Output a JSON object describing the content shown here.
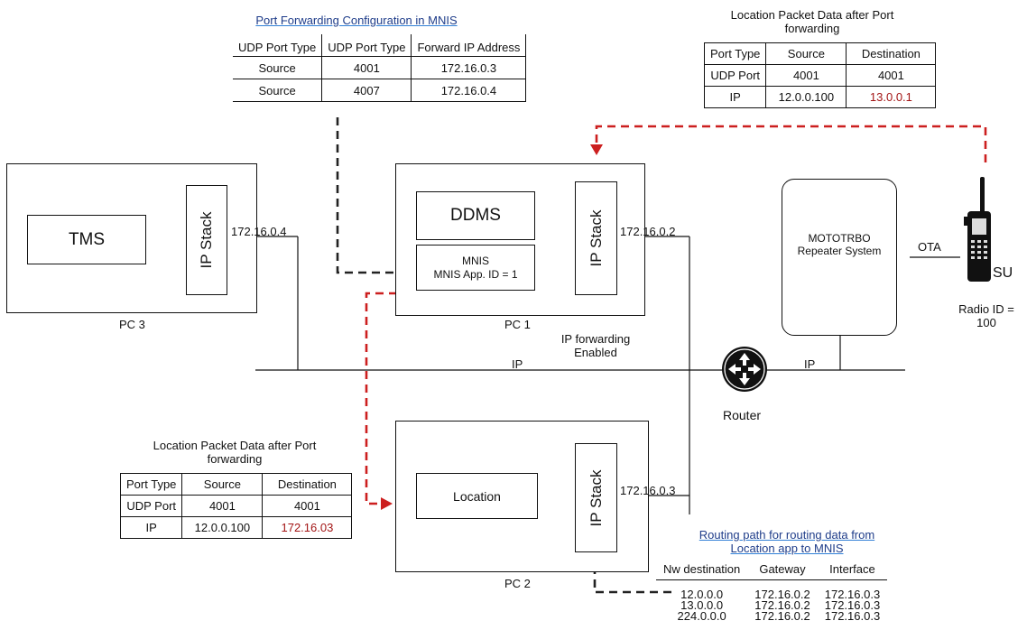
{
  "mnis_config": {
    "title": "Port Forwarding Configuration in MNIS",
    "headers": [
      "UDP Port Type",
      "UDP Port Type",
      "Forward IP Address"
    ],
    "rows": [
      [
        "Source",
        "4001",
        "172.16.0.3"
      ],
      [
        "Source",
        "4007",
        "172.16.0.4"
      ]
    ]
  },
  "top_packet": {
    "title": "Location Packet Data after Port forwarding",
    "headers": [
      "Port Type",
      "Source",
      "Destination"
    ],
    "rows": [
      [
        "UDP Port",
        "4001",
        "4001"
      ],
      [
        "IP",
        "12.0.0.100",
        "13.0.0.1"
      ]
    ]
  },
  "left_packet": {
    "title": "Location Packet Data after Port forwarding",
    "headers": [
      "Port Type",
      "Source",
      "Destination"
    ],
    "rows": [
      [
        "UDP Port",
        "4001",
        "4001"
      ],
      [
        "IP",
        "12.0.0.100",
        "172.16.03"
      ]
    ]
  },
  "routing": {
    "title": "Routing path for routing data from Location app to MNIS",
    "headers": [
      "Nw destination",
      "Gateway",
      "Interface"
    ],
    "rows": [
      [
        "12.0.0.0",
        "172.16.0.2",
        "172.16.0.3"
      ],
      [
        "13.0.0.0",
        "172.16.0.2",
        "172.16.0.3"
      ],
      [
        "224.0.0.0",
        "172.16.0.2",
        "172.16.0.3"
      ]
    ]
  },
  "pc3": {
    "label": "PC 3",
    "app": "TMS",
    "stack": "IP Stack",
    "ip": "172.16.0.4"
  },
  "pc1": {
    "label": "PC 1",
    "app1": "DDMS",
    "app2_line1": "MNIS",
    "app2_line2": "MNIS App. ID = 1",
    "stack": "IP Stack",
    "ip": "172.16.0.2",
    "forwarding": "IP forwarding Enabled"
  },
  "pc2": {
    "label": "PC 2",
    "app": "Location",
    "stack": "IP Stack",
    "ip": "172.16.0.3"
  },
  "network": {
    "ip_left": "IP",
    "ip_right": "IP",
    "router": "Router"
  },
  "repeater": {
    "name": "MOTOTRBO Repeater System",
    "ota": "OTA"
  },
  "su": {
    "label": "SU",
    "radio_id": "Radio ID = 100"
  },
  "colors": {
    "red_dash": "#cc1f1f",
    "highlight_text": "#a31515",
    "title_text": "#1f3d8a"
  }
}
